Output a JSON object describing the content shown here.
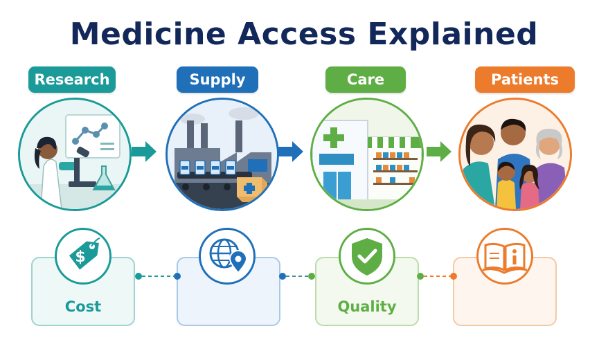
{
  "title": "Medicine Access Explained",
  "stages": [
    {
      "label": "Research",
      "color": "#1a9a98",
      "icon": "scientist-microscope-illustration"
    },
    {
      "label": "Supply",
      "color": "#1f6fb9",
      "icon": "factory-conveyor-illustration"
    },
    {
      "label": "Care",
      "color": "#5fae45",
      "icon": "pharmacy-building-illustration"
    },
    {
      "label": "Patients",
      "color": "#ec7b2c",
      "icon": "family-group-illustration"
    }
  ],
  "factors": [
    {
      "label": "Cost",
      "color": "#1a9a98",
      "icon": "price-tag-dollar-icon"
    },
    {
      "label": "",
      "color": "#1f6fb9",
      "icon": "globe-location-pin-icon"
    },
    {
      "label": "Quality",
      "color": "#5fae45",
      "icon": "shield-check-icon"
    },
    {
      "label": "",
      "color": "#ec7b2c",
      "icon": "open-book-info-icon"
    }
  ]
}
